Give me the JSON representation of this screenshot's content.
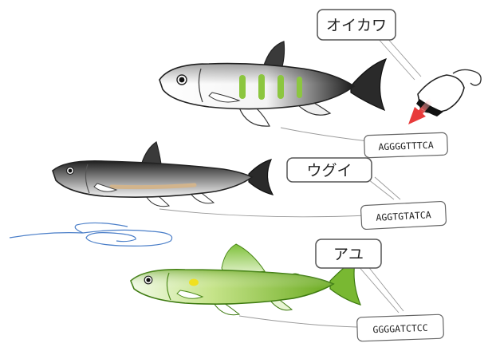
{
  "callouts": [
    {
      "name": "callout-oikawa",
      "label": "オイカワ"
    },
    {
      "name": "callout-ugui",
      "label": "ウグイ"
    },
    {
      "name": "callout-ayu",
      "label": "アユ"
    }
  ],
  "sequences": [
    {
      "name": "sequence-tag-oikawa",
      "value": "AGGGGTTTCA"
    },
    {
      "name": "sequence-tag-ugui",
      "value": "AGGTGTATCA"
    },
    {
      "name": "sequence-tag-ayu",
      "value": "GGGGATCTCC"
    }
  ],
  "colors": {
    "oikawa_stripe": "#8cc63f",
    "ugui_stripe": "#d2b48c",
    "ayu_body": "#9acd32",
    "ayu_spot": "#f0e020",
    "arrow": "#e83a3a",
    "water_swirl": "#4a7ec8"
  },
  "icons": [
    "scanner-icon",
    "arrow-icon",
    "water-swirl-icon"
  ]
}
